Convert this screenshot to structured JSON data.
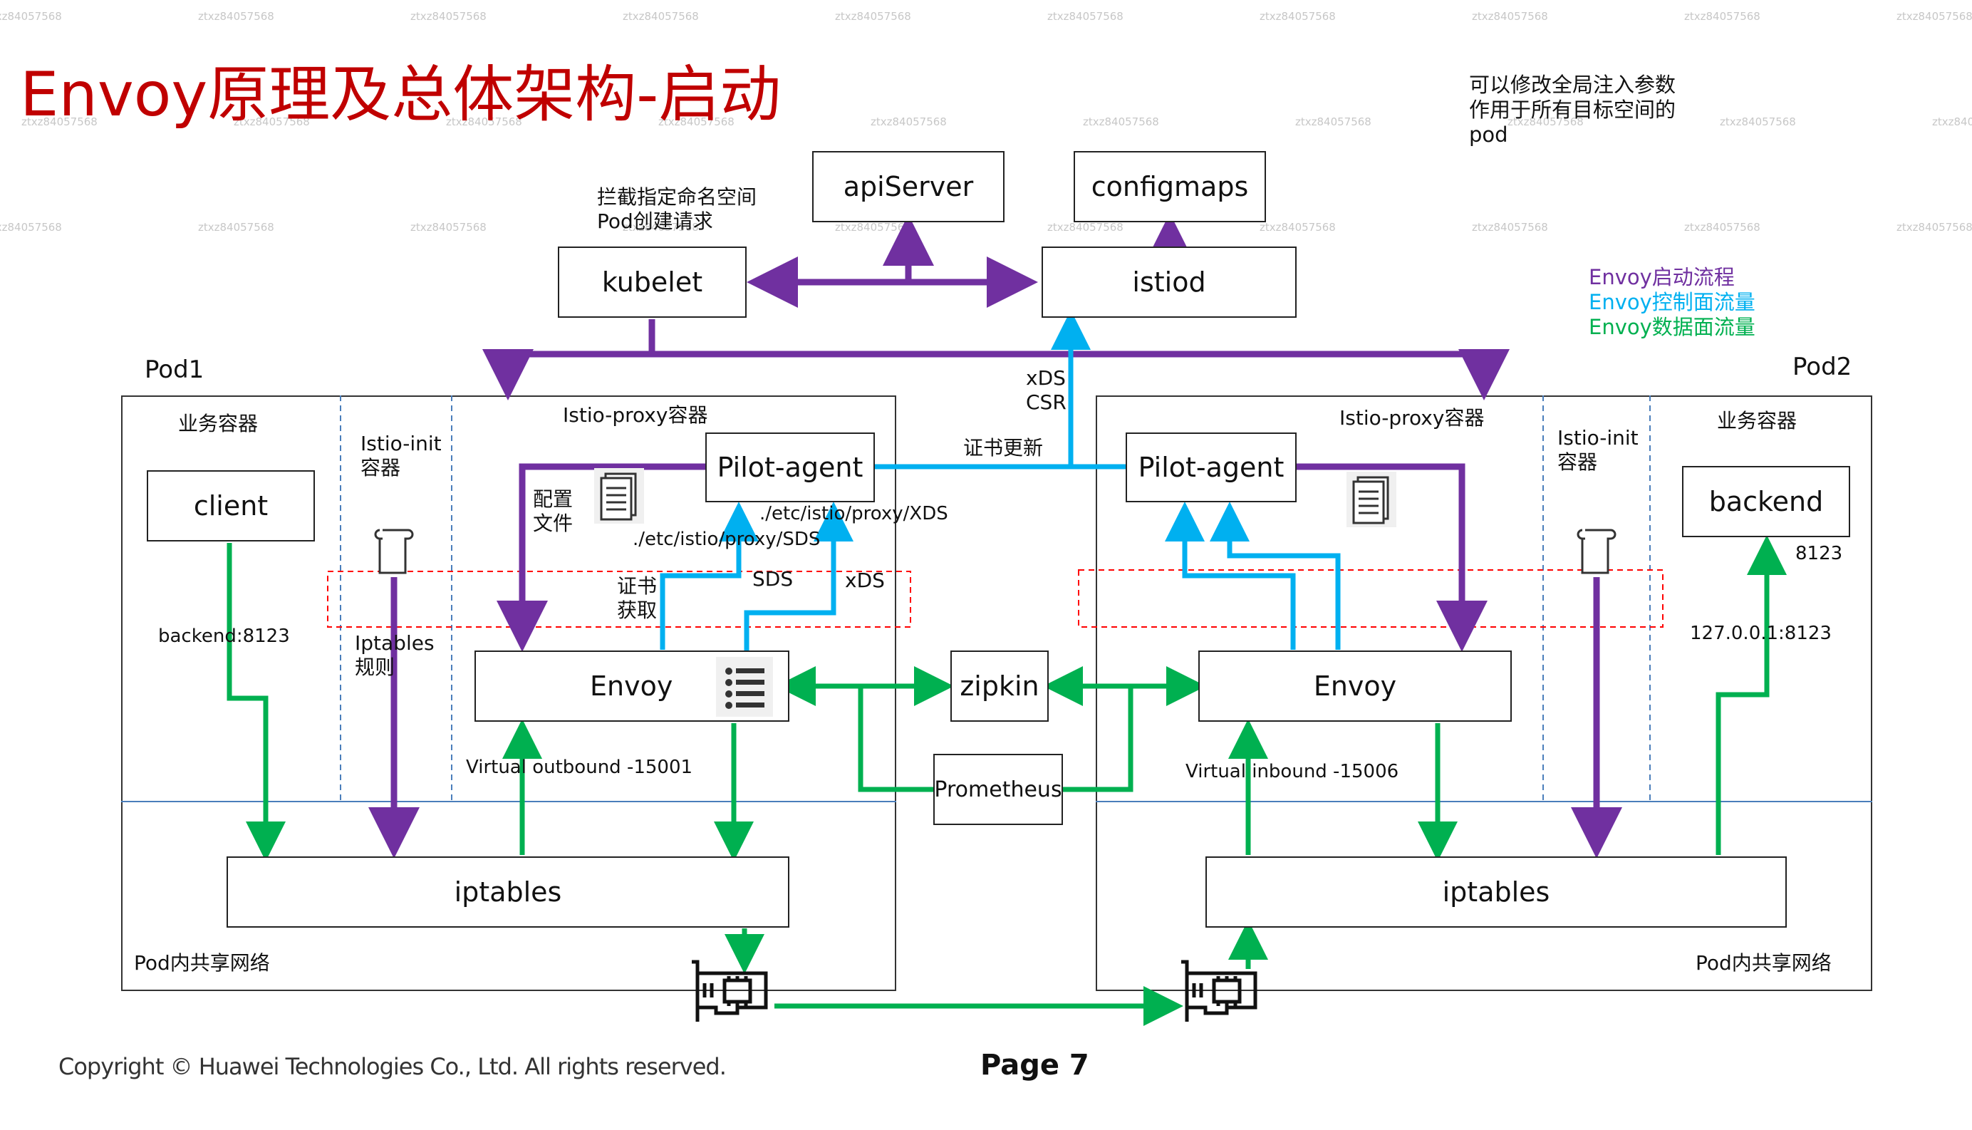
{
  "title": "Envoy原理及总体架构-启动",
  "note": {
    "line1": "可以修改全局注入参数",
    "line2": "作用于所有目标空间的",
    "line3": "pod"
  },
  "legend": [
    {
      "text": "Envoy启动流程",
      "color": "#7030a0"
    },
    {
      "text": "Envoy控制面流量",
      "color": "#00b0f0"
    },
    {
      "text": "Envoy数据面流量",
      "color": "#00b050"
    }
  ],
  "colors": {
    "start": "#7030a0",
    "control": "#00b0f0",
    "data": "#00b050"
  },
  "boxes": {
    "apiserver": "apiServer",
    "configmaps": "configmaps",
    "kubelet": "kubelet",
    "istiod": "istiod",
    "client": "client",
    "backend": "backend",
    "pilot1": "Pilot-agent",
    "pilot2": "Pilot-agent",
    "envoy1": "Envoy",
    "envoy2": "Envoy",
    "zipkin": "zipkin",
    "prometheus": "Prometheus",
    "iptables1": "iptables",
    "iptables2": "iptables"
  },
  "labels": {
    "kubelet_note1": "拦截指定命名空间",
    "kubelet_note2": "Pod创建请求",
    "pod1": "Pod1",
    "pod2": "Pod2",
    "biz1": "业务容器",
    "biz2": "业务容器",
    "init1_a": "Istio-init",
    "init1_b": "容器",
    "init2_a": "Istio-init",
    "init2_b": "容器",
    "proxy1": "Istio-proxy容器",
    "proxy2": "Istio-proxy容器",
    "xds": "xDS",
    "csr": "CSR",
    "cert_update": "证书更新",
    "config_a": "配置",
    "config_b": "文件",
    "path_xds": "./etc/istio/proxy/XDS",
    "path_sds": "./etc/istio/proxy/SDS",
    "cert_get_a": "证书",
    "cert_get_b": "获取",
    "sds": "SDS",
    "xds2": "xDS",
    "backend_port": "backend:8123",
    "iptables_rule_a": "Iptables",
    "iptables_rule_b": "规则",
    "outbound": "Virtual outbound -15001",
    "inbound": "Virtual inbound -15006",
    "port_8123": "8123",
    "localhost": "127.0.0.1:8123",
    "shared_net1": "Pod内共享网络",
    "shared_net2": "Pod内共享网络"
  },
  "footer": {
    "copyright": "Copyright © Huawei Technologies Co., Ltd. All rights reserved.",
    "page": "Page 7"
  },
  "watermark": "ztxz84057568"
}
